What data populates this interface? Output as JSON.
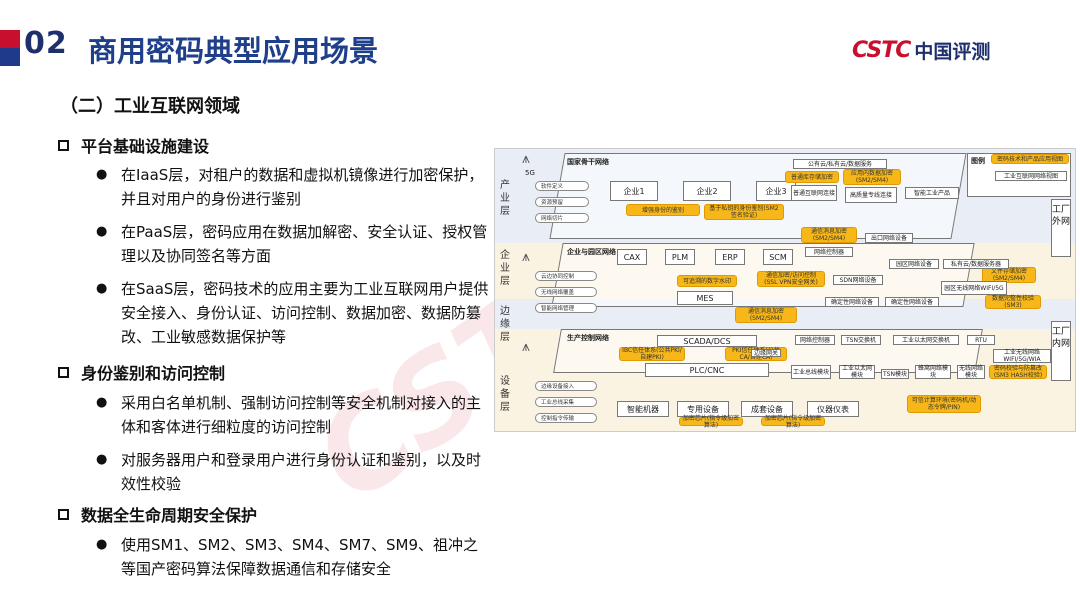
{
  "header": {
    "section_number": "02",
    "title": "商用密码典型应用场景",
    "logo_latin": "CSTC",
    "logo_cn": "中国评测"
  },
  "subheading": "（二）工业互联网领域",
  "sections": [
    {
      "heading": "平台基础设施建设",
      "bullets": [
        "在IaaS层，对租户的数据和虚拟机镜像进行加密保护，并且对用户的身份进行鉴别",
        "在PaaS层，密码应用在数据加解密、安全认证、授权管理以及协同签名等方面",
        "在SaaS层，密码技术的应用主要为工业互联网用户提供安全接入、身份认证、访问控制、数据加密、数据防篡改、工业敏感数据保护等"
      ]
    },
    {
      "heading": "身份鉴别和访问控制",
      "bullets": [
        "采用白名单机制、强制访问控制等安全机制对接入的主体和客体进行细粒度的访问控制",
        "对服务器用户和登录用户进行身份认证和鉴别，以及时效性校验"
      ]
    },
    {
      "heading": "数据全生命周期安全保护",
      "bullets": [
        "使用SM1、SM2、SM3、SM4、SM7、SM9、祖冲之等国产密码算法保障数据通信和存储安全"
      ]
    }
  ],
  "watermark": "CSTC",
  "diagram": {
    "layers": [
      "产业层",
      "企业层",
      "边缘层",
      "设备层"
    ],
    "side_labels": [
      "工厂外网",
      "工厂内网"
    ],
    "signal": "5G",
    "legend": [
      "图例",
      "密码技术和产品应用视图",
      "工业互联网网络视图"
    ],
    "row1": {
      "title": "国家骨干网络",
      "pills": [
        "软件定义",
        "资源预留",
        "网络切片"
      ],
      "nodes": [
        "企业1",
        "企业2",
        "企业3"
      ],
      "cloud": "公有云/私有云/数据服务",
      "yellow": [
        "增强身份的鉴别",
        "基于私钥的身份鉴别(SM2签名验证)",
        "普通库存储加密",
        "应用内数据加密(SM2/SM4)"
      ],
      "extra": [
        "普通互联网连接",
        "高质量专线连接",
        "智能工业产品"
      ]
    },
    "row2": {
      "title": "企业与园区网络",
      "pills": [
        "云边协同控制",
        "无线网络覆盖",
        "智能网络管理"
      ],
      "nodes": [
        "CAX",
        "PLM",
        "ERP",
        "SCM",
        "MES"
      ],
      "yellow": [
        "通信消息加密(SM2/SM4)",
        "可追溯的数字水印",
        "通信加密/访问控制(SSL VPN安全网关)",
        "文件存储加密(SM2/SM4)",
        "数据完整性校验(SM3)"
      ],
      "gray": [
        "出口网络设备",
        "网络控制器",
        "SDN网络设备",
        "园区网络设备",
        "私有云/数据服务器",
        "园区无线网络WIFI/5G",
        "确定性网络设备",
        "确定性网络设备"
      ]
    },
    "row3": {
      "title": "生产控制网络",
      "yellow": [
        "通信消息加密(SM2/SM4)",
        "IBC信任体系(公共PKI/自建PKI)",
        "PKI信任体系(公共CA/自建CA)"
      ],
      "nodes": [
        "SCADA/DCS",
        "PLC/CNC"
      ],
      "gray": [
        "网络控制器",
        "TSN交换机",
        "工业以太网交换机",
        "RTU",
        "工业无线网络WIFI/5G/WIA",
        "边缘网关",
        "工业总线模块",
        "工业以太网模块",
        "TSN模块",
        "蜂窝网络模块",
        "无线网络模块"
      ],
      "yellow2": [
        "密码校验与防篡改(SM3 HASH校验)"
      ]
    },
    "row4": {
      "pills": [
        "边缘设备接入",
        "工业总线采集",
        "控制指令传输"
      ],
      "nodes": [
        "智能机器",
        "专用设备",
        "成套设备",
        "仪器仪表"
      ],
      "yellow": [
        "加密芯片(指令级加密算法)",
        "加密芯片(指令级加密算法)",
        "可信计算环境(密码机/动态令牌/PIN)"
      ]
    }
  }
}
